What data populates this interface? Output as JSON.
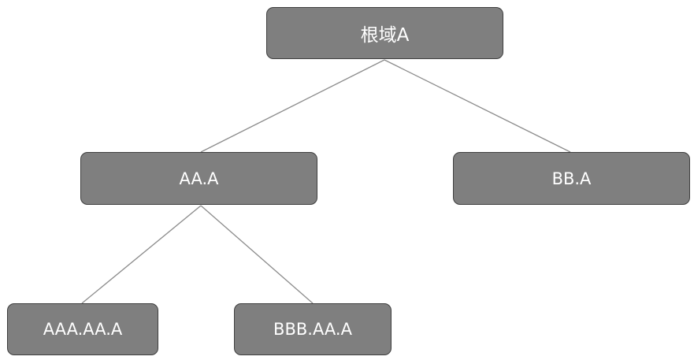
{
  "colors": {
    "node_fill": "#7f7f7f",
    "node_text": "#ffffff",
    "link": "#8c8c8c"
  },
  "nodes": {
    "root": {
      "label": "根域A"
    },
    "aa": {
      "label": "AA.A"
    },
    "bb": {
      "label": "BB.A"
    },
    "aaa": {
      "label": "AAA.AA.A"
    },
    "bbb": {
      "label": "BBB.AA.A"
    }
  },
  "edges": [
    {
      "from": "root",
      "to": "aa"
    },
    {
      "from": "root",
      "to": "bb"
    },
    {
      "from": "aa",
      "to": "aaa"
    },
    {
      "from": "aa",
      "to": "bbb"
    }
  ]
}
